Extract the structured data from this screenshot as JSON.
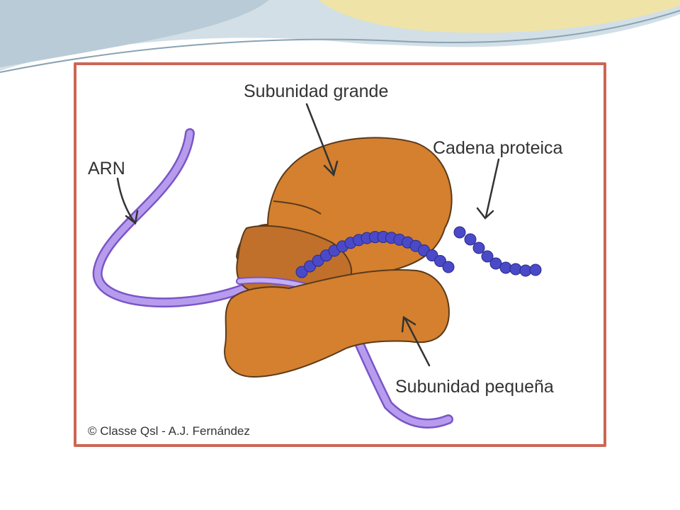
{
  "labels": {
    "large_subunit": "Subunidad grande",
    "protein_chain": "Cadena proteica",
    "rna": "ARN",
    "small_subunit": "Subunidad pequeña"
  },
  "credit": "© Classe Qsl - A.J. Fernández",
  "colors": {
    "frame_border": "#cc6655",
    "ribosome": "#d4802f",
    "ribosome_outline": "#5a3a1a",
    "rna_ribbon": "#a88ce0",
    "protein_bead": "#4a4ac8",
    "swoosh_blue": "#b9cbd6",
    "swoosh_yellow": "#efe3a8"
  }
}
